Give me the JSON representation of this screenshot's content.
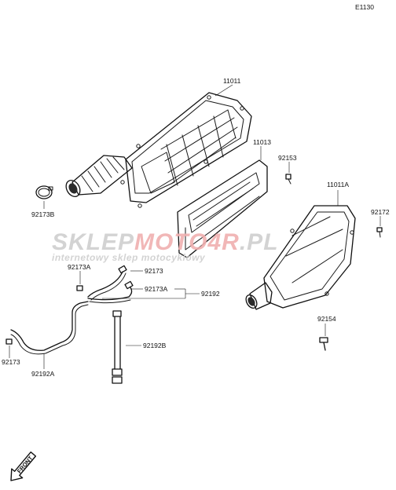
{
  "diagram_code": "E1130",
  "part_labels": {
    "p11011": "11011",
    "p11013": "11013",
    "p92153": "92153",
    "p11011A": "11011A",
    "p92172": "92172",
    "p92173B": "92173B",
    "p92173A_top": "92173A",
    "p92173_mid": "92173",
    "p92173A_mid": "92173A",
    "p92192": "92192",
    "p92154": "92154",
    "p92192B": "92192B",
    "p92173_bottom": "92173",
    "p92192A": "92192A"
  },
  "watermark": {
    "brand_part1": "SKLEP",
    "brand_part2": "MOTO",
    "brand_part3": "4",
    "brand_part4": "R",
    "brand_part5": ".PL",
    "tagline": "internetowy sklep motocyklowy",
    "colors": {
      "gray": "#cfcfcf",
      "red": "#f0b0b0"
    }
  },
  "front_marker": {
    "text": "FRONT",
    "icon": "front-arrow-icon"
  }
}
